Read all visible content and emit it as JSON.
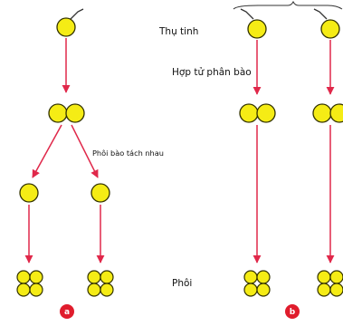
{
  "labels": {
    "fertilization": "Thụ tinh",
    "zygote_division": "Hợp tử phân bào",
    "cells_separate": "Phôi bào tách nhau",
    "embryo": "Phôi"
  },
  "panels": {
    "a": "a",
    "b": "b"
  },
  "colors": {
    "cell_fill": "#f5ec15",
    "cell_stroke": "#333300",
    "arrow": "#e0284a",
    "badge": "#e01c2c"
  }
}
